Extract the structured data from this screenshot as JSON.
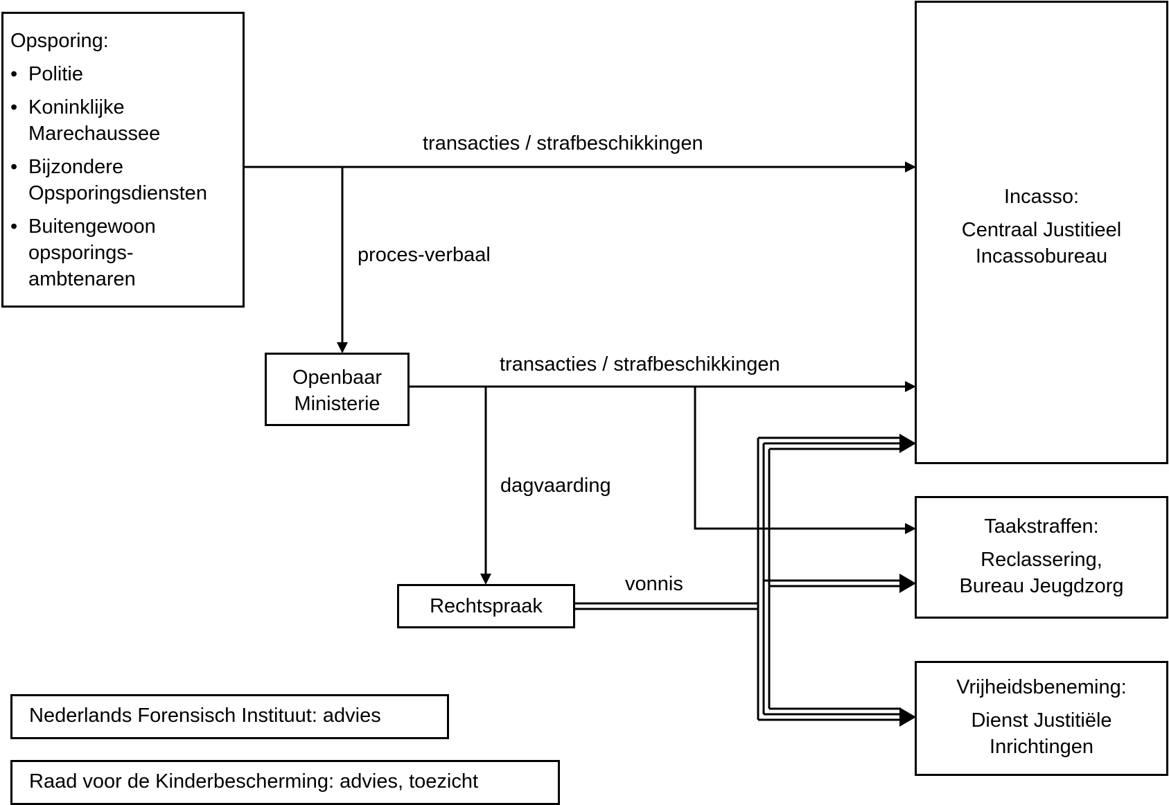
{
  "opsporing": {
    "title": "Opsporing:",
    "items": [
      {
        "line1": "Politie",
        "line2": ""
      },
      {
        "line1": "Koninklijke",
        "line2": "Marechaussee"
      },
      {
        "line1": "Bijzondere",
        "line2": "Opsporingsdiensten"
      },
      {
        "line1": "Buitengewoon",
        "line2": "opsporings-",
        "line3": "ambtenaren"
      }
    ],
    "bullet": "•"
  },
  "openbaar_ministerie": {
    "line1": "Openbaar",
    "line2": "Ministerie"
  },
  "rechtspraak": {
    "label": "Rechtspraak"
  },
  "incasso": {
    "title": "Incasso:",
    "line1": "Centraal Justitieel",
    "line2": "Incassobureau"
  },
  "taakstraffen": {
    "title": "Taakstraffen:",
    "line1": "Reclassering,",
    "line2": "Bureau Jeugdzorg"
  },
  "vrijheidsbeneming": {
    "title": "Vrijheidsbeneming:",
    "line1": "Dienst Justitiële",
    "line2": "Inrichtingen"
  },
  "nfi": {
    "label": "Nederlands Forensisch Instituut: advies"
  },
  "raad": {
    "label": "Raad voor de Kinderbescherming: advies, toezicht"
  },
  "edges": {
    "transacties_top": "transacties / strafbeschikkingen",
    "proces_verbaal": "proces-verbaal",
    "transacties_mid": "transacties / strafbeschikkingen",
    "dagvaarding": "dagvaarding",
    "vonnis": "vonnis"
  }
}
